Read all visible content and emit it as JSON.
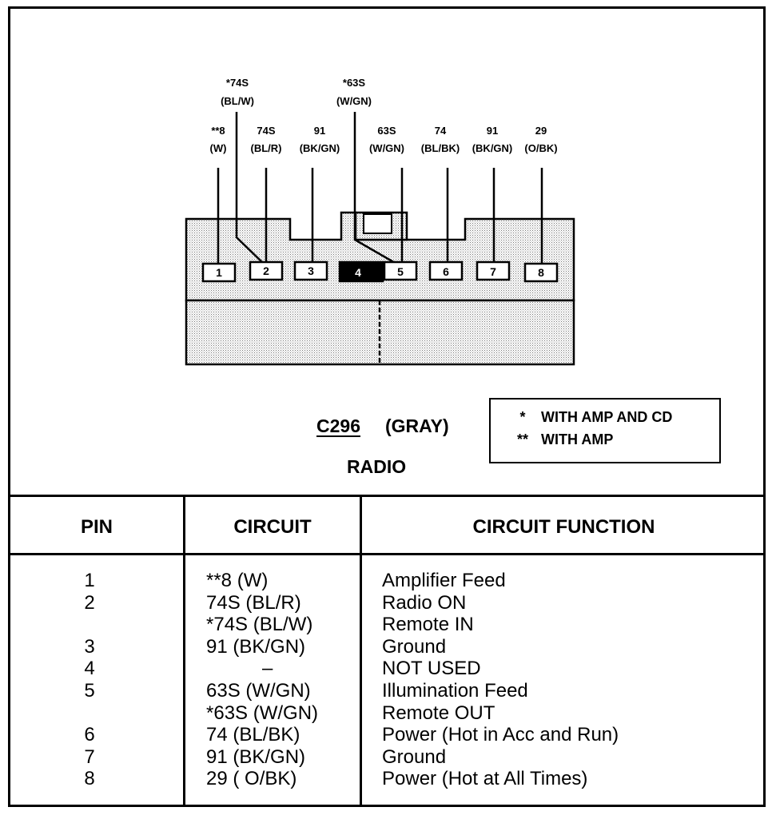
{
  "connector": {
    "id": "C296",
    "color": "(GRAY)",
    "name": "RADIO",
    "pins": [
      {
        "label": "1",
        "used": true
      },
      {
        "label": "2",
        "used": true
      },
      {
        "label": "3",
        "used": true
      },
      {
        "label": "4",
        "used": false
      },
      {
        "label": "5",
        "used": true
      },
      {
        "label": "6",
        "used": true
      },
      {
        "label": "7",
        "used": true
      },
      {
        "label": "8",
        "used": true
      }
    ]
  },
  "wire_labels": [
    {
      "circuit": "**8",
      "color": "(W)"
    },
    {
      "circuit": "74S",
      "color": "(BL/R)"
    },
    {
      "circuit": "91",
      "color": "(BK/GN)"
    },
    {
      "circuit": "63S",
      "color": "(W/GN)"
    },
    {
      "circuit": "74",
      "color": "(BL/BK)"
    },
    {
      "circuit": "91",
      "color": "(BK/GN)"
    },
    {
      "circuit": "29",
      "color": "(O/BK)"
    },
    {
      "circuit": "*74S",
      "color": "(BL/W)"
    },
    {
      "circuit": "*63S",
      "color": "(W/GN)"
    }
  ],
  "legend": [
    {
      "symbol": "*",
      "text": "WITH AMP AND CD"
    },
    {
      "symbol": "**",
      "text": "WITH AMP"
    }
  ],
  "table": {
    "headers": [
      "PIN",
      "CIRCUIT",
      "CIRCUIT FUNCTION"
    ],
    "rows": [
      {
        "pin": "1",
        "circuit": "**8 (W)",
        "function": "Amplifier Feed"
      },
      {
        "pin": "2",
        "circuit": "74S (BL/R)",
        "function": "Radio ON"
      },
      {
        "pin": "",
        "circuit": "*74S (BL/W)",
        "function": "Remote IN"
      },
      {
        "pin": "3",
        "circuit": "91 (BK/GN)",
        "function": "Ground"
      },
      {
        "pin": "4",
        "circuit": "–",
        "function": "NOT USED"
      },
      {
        "pin": "5",
        "circuit": "63S (W/GN)",
        "function": "Illumination Feed"
      },
      {
        "pin": "",
        "circuit": "*63S (W/GN)",
        "function": "Remote OUT"
      },
      {
        "pin": "6",
        "circuit": "74 (BL/BK)",
        "function": "Power (Hot in Acc and Run)"
      },
      {
        "pin": "7",
        "circuit": "91 (BK/GN)",
        "function": "Ground"
      },
      {
        "pin": "8",
        "circuit": "29 ( O/BK)",
        "function": "Power (Hot at All Times)"
      }
    ]
  }
}
